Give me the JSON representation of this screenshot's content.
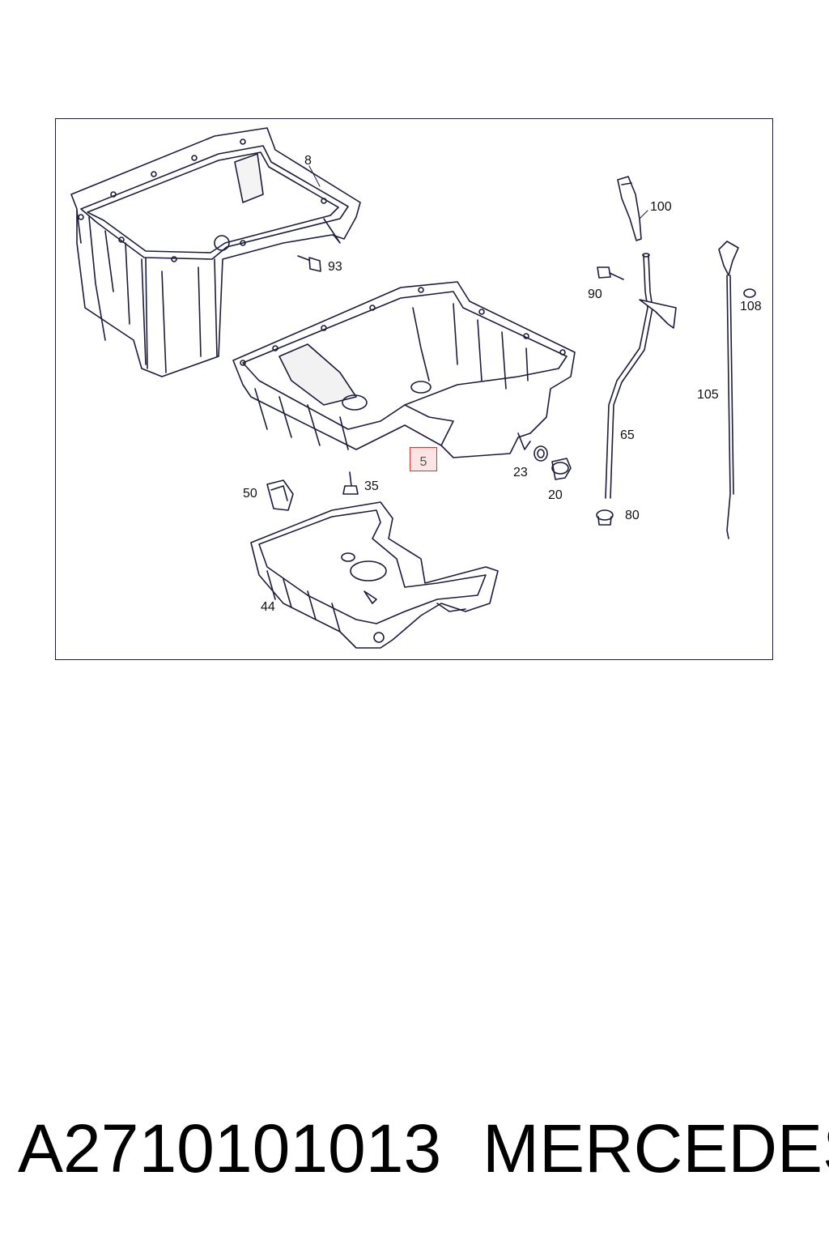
{
  "diagram": {
    "callouts": {
      "c8": "8",
      "c93": "93",
      "c100": "100",
      "c90": "90",
      "c108": "108",
      "c105": "105",
      "c65": "65",
      "c5": "5",
      "c23": "23",
      "c20": "20",
      "c80": "80",
      "c50": "50",
      "c35": "35",
      "c44": "44"
    },
    "highlight_color": "#e03030",
    "line_color": "#1c1c3a"
  },
  "footer": {
    "part_number": "A2710101013",
    "brand": "MERCEDES"
  }
}
